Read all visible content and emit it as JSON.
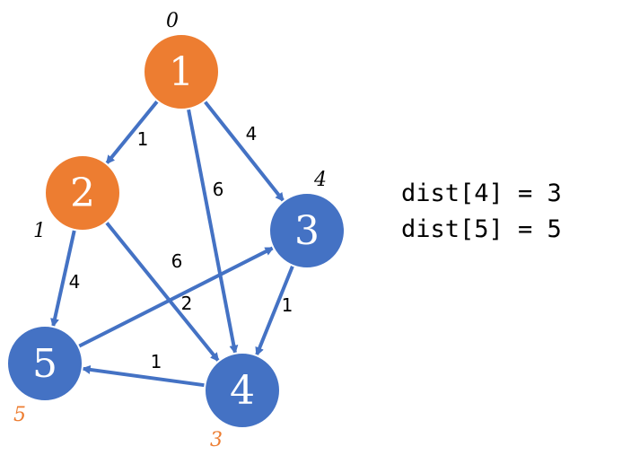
{
  "colors": {
    "visited": "#ED7D31",
    "unvisited": "#4472C4",
    "edge": "#4472C4",
    "dist_visited": "#000000",
    "dist_unvisited": "#ED7D31"
  },
  "nodes": [
    {
      "id": "1",
      "state": "visited",
      "dist": "0"
    },
    {
      "id": "2",
      "state": "visited",
      "dist": "1"
    },
    {
      "id": "3",
      "state": "unvisited",
      "dist": "4"
    },
    {
      "id": "4",
      "state": "unvisited",
      "dist": "3"
    },
    {
      "id": "5",
      "state": "unvisited",
      "dist": "5"
    }
  ],
  "edges": [
    {
      "from": "1",
      "to": "2",
      "weight": "1"
    },
    {
      "from": "1",
      "to": "3",
      "weight": "4"
    },
    {
      "from": "1",
      "to": "4",
      "weight": "6"
    },
    {
      "from": "2",
      "to": "5",
      "weight": "4"
    },
    {
      "from": "2",
      "to": "4",
      "weight": "2"
    },
    {
      "from": "5",
      "to": "3",
      "weight": "6"
    },
    {
      "from": "3",
      "to": "4",
      "weight": "1"
    },
    {
      "from": "4",
      "to": "5",
      "weight": "1"
    }
  ],
  "dist_text": [
    "dist[4] = 3",
    "dist[5] = 5"
  ]
}
